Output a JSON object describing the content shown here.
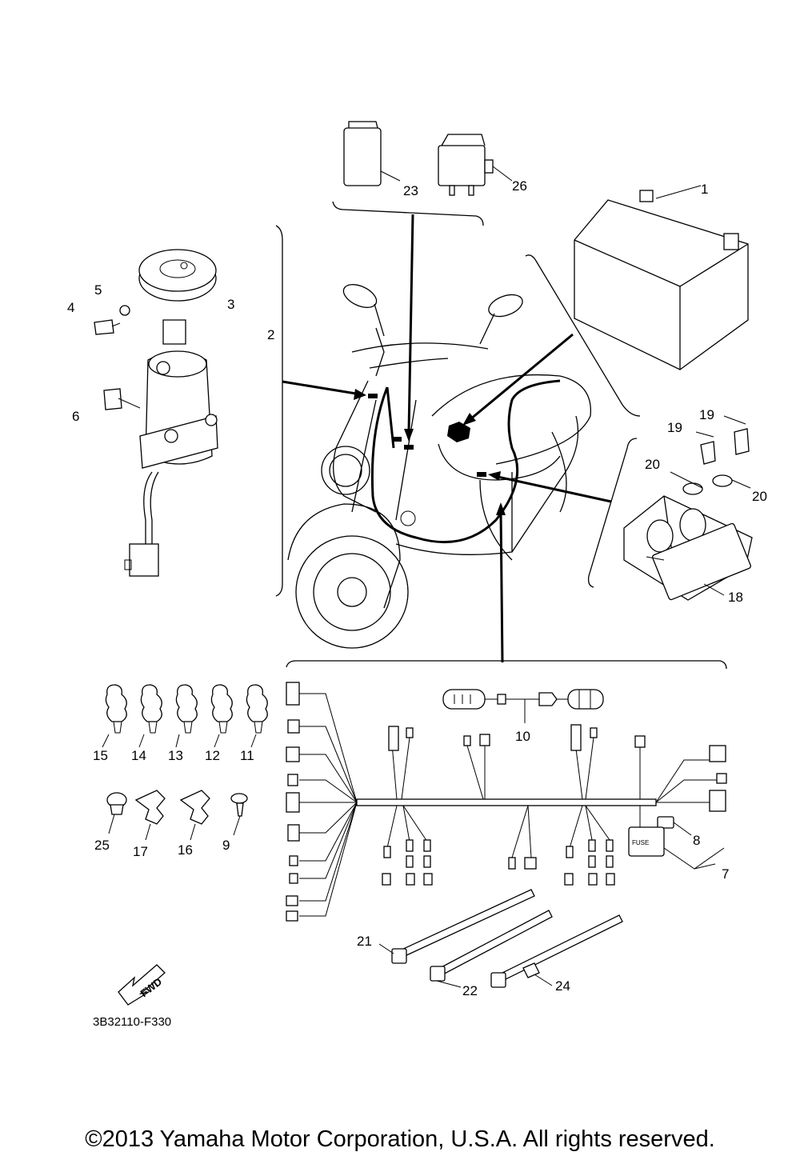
{
  "diagram": {
    "callouts": [
      {
        "id": "1",
        "label": "1"
      },
      {
        "id": "2",
        "label": "2"
      },
      {
        "id": "3",
        "label": "3"
      },
      {
        "id": "4",
        "label": "4"
      },
      {
        "id": "5",
        "label": "5"
      },
      {
        "id": "6",
        "label": "6"
      },
      {
        "id": "7",
        "label": "7"
      },
      {
        "id": "8",
        "label": "8"
      },
      {
        "id": "9",
        "label": "9"
      },
      {
        "id": "10",
        "label": "10"
      },
      {
        "id": "11",
        "label": "11"
      },
      {
        "id": "12",
        "label": "12"
      },
      {
        "id": "13",
        "label": "13"
      },
      {
        "id": "14",
        "label": "14"
      },
      {
        "id": "15",
        "label": "15"
      },
      {
        "id": "16",
        "label": "16"
      },
      {
        "id": "17",
        "label": "17"
      },
      {
        "id": "18",
        "label": "18"
      },
      {
        "id": "19a",
        "label": "19"
      },
      {
        "id": "19b",
        "label": "19"
      },
      {
        "id": "20a",
        "label": "20"
      },
      {
        "id": "20b",
        "label": "20"
      },
      {
        "id": "21",
        "label": "21"
      },
      {
        "id": "22",
        "label": "22"
      },
      {
        "id": "23",
        "label": "23"
      },
      {
        "id": "24",
        "label": "24"
      },
      {
        "id": "25",
        "label": "25"
      },
      {
        "id": "26",
        "label": "26"
      }
    ],
    "part_code": "3B32110-F330",
    "fwd_label": "FWD",
    "fuse_label": "FUSE"
  },
  "footer": {
    "copyright": "©2013 Yamaha Motor Corporation, U.S.A. All rights reserved."
  }
}
